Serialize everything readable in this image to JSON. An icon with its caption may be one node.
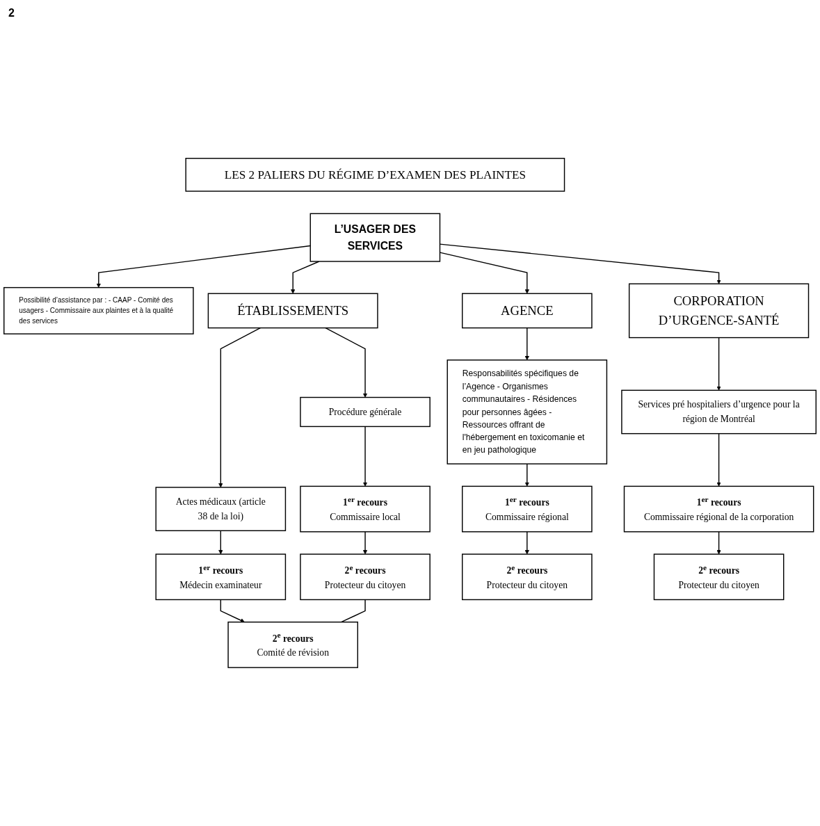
{
  "diagram": {
    "nodes": [
      {
        "text": [
          "LES 2 PALIERS DU RÉGIME D’EXAMEN DES PLAINTES"
        ]
      },
      {
        "text": [
          "L’USAGER DES SERVICES"
        ]
      },
      {
        "text": [
          "Possibilité d’assistance par : - CAAP - Comité des usagers - Commissaire aux plaintes et à la qualité des services"
        ]
      },
      {
        "text": [
          "ÉTABLISSEMENTS"
        ]
      },
      {
        "text": [
          "AGENCE"
        ]
      },
      {
        "text": [
          "CORPORATION D’URGENCE-SANTÉ"
        ]
      },
      {
        "text": [
          "Procédure générale"
        ]
      },
      {
        "text": [
          "Actes médicaux (article 38 de la loi)"
        ]
      },
      {
        "text": [
          "Responsabilités spécifiques de l’Agence - Organismes communautaires - Résidences pour personnes âgées - Ressources offrant de l'hébergement en toxicomanie et en jeu pathologique"
        ]
      },
      {
        "text": [
          "Services pré hospitaliers d’urgence pour la région de Montréal"
        ]
      },
      {
        "text": [
          "1$^{er}$ recours",
          "Commissaire local"
        ]
      },
      {
        "text": [
          "1$^{er}$ recours",
          "Médecin examinateur"
        ]
      },
      {
        "text": [
          "1$^{er}$ recours",
          "Commissaire régional"
        ]
      },
      {
        "text": [
          "1$^{er}$ recours",
          "Commissaire régional de la corporation"
        ]
      },
      {
        "text": [
          "2$^{e}$ recours",
          "Protecteur du citoyen"
        ]
      },
      {
        "text": [
          "2$^{e}$ recours",
          "Comité de révision"
        ]
      },
      {
        "text": [
          "2$^{e}$ recours",
          "Protecteur du citoyen"
        ]
      },
      {
        "text": [
          "2$^{e}$ recours",
          "Protecteur du citoyen"
        ]
      }
    ],
    "edges": [
      {
        "from": 1,
        "to": 2,
        "arrow": "to"
      },
      {
        "from": 1,
        "to": 3,
        "arrow": "to"
      },
      {
        "from": 1,
        "to": 4,
        "arrow": "to"
      },
      {
        "from": 1,
        "to": 5,
        "arrow": "to"
      },
      {
        "from": 3,
        "to": 6,
        "arrow": "to"
      },
      {
        "from": 3,
        "to": 7,
        "arrow": "to"
      },
      {
        "from": 4,
        "to": 8,
        "arrow": "to"
      },
      {
        "from": 5,
        "to": 9,
        "arrow": "to"
      },
      {
        "from": 6,
        "to": 10,
        "arrow": "to"
      },
      {
        "from": 7,
        "to": 11,
        "arrow": "to"
      },
      {
        "from": 8,
        "to": 12,
        "arrow": "to"
      },
      {
        "from": 9,
        "to": 13,
        "arrow": "to"
      },
      {
        "from": 10,
        "to": 14,
        "arrow": "to"
      },
      {
        "from": 11,
        "to": 15,
        "arrow": "to"
      },
      {
        "from": 12,
        "to": 16,
        "arrow": "to"
      },
      {
        "from": 13,
        "to": 17,
        "arrow": "to"
      },
      {
        "from": 14,
        "to": 15,
        "arrow": "none"
      }
    ],
    "labels": [
      "2"
    ]
  }
}
